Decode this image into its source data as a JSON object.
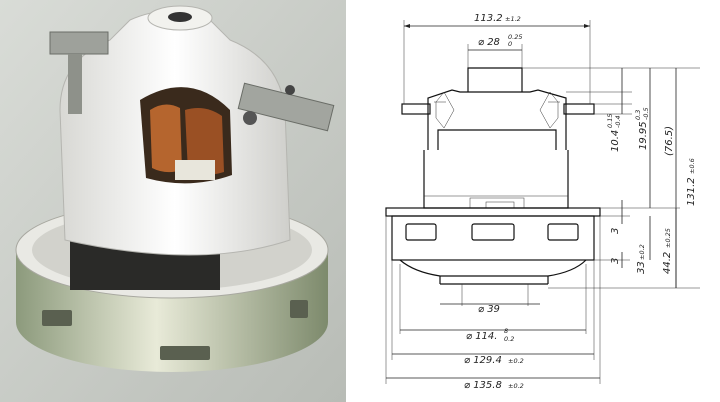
{
  "photo": {
    "subject": "vacuum-motor-photo"
  },
  "drawing": {
    "dims": {
      "top_width": {
        "value": "113.2",
        "tol": "±1.2"
      },
      "shaft_dia": {
        "value": "⌀ 28",
        "tol_up": "0.25",
        "tol_dn": "0"
      },
      "v1": {
        "value": "10.4",
        "tol_up": "0.15",
        "tol_dn": "-0.4"
      },
      "v2": {
        "value": "19.95",
        "tol_up": "0.3",
        "tol_dn": "-0.5"
      },
      "v3": {
        "value": "(76.5)"
      },
      "v4": {
        "value": "131.2",
        "tol": "±0.6"
      },
      "small_a": {
        "value": "3"
      },
      "small_b": {
        "value": "3"
      },
      "v5": {
        "value": "33",
        "tol": "±0.2"
      },
      "v6": {
        "value": "44.2",
        "tol": "±0.25"
      },
      "d39": {
        "value": "⌀ 39"
      },
      "d114": {
        "value": "⌀ 114.",
        "tol_up": "8",
        "tol_dn": "0.2"
      },
      "d129": {
        "value": "⌀ 129.4",
        "tol": "±0.2"
      },
      "d135": {
        "value": "⌀ 135.8",
        "tol": "±0.2"
      }
    }
  },
  "colors": {
    "ink": "#222222",
    "paper": "#ffffff"
  }
}
